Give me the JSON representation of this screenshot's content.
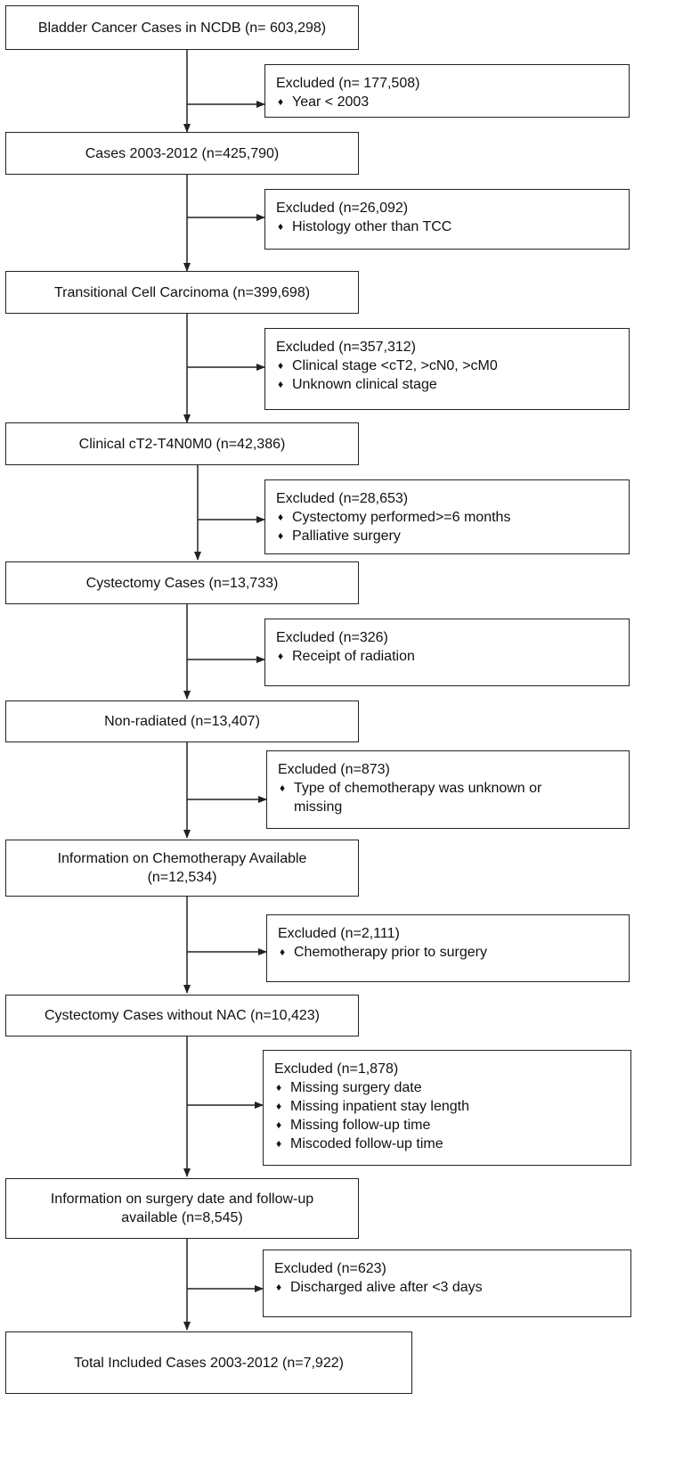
{
  "flowchart": {
    "main_boxes": [
      {
        "text": "Bladder Cancer Cases in NCDB (n= 603,298)"
      },
      {
        "text": "Cases 2003-2012 (n=425,790)"
      },
      {
        "text": "Transitional Cell Carcinoma (n=399,698)"
      },
      {
        "text": "Clinical cT2-T4N0M0 (n=42,386)"
      },
      {
        "text": "Cystectomy Cases (n=13,733)"
      },
      {
        "text": "Non-radiated (n=13,407)"
      },
      {
        "text": "Information on Chemotherapy Available (n=12,534)"
      },
      {
        "text": "Cystectomy Cases without NAC (n=10,423)"
      },
      {
        "text": "Information on surgery date and follow-up available (n=8,545)"
      },
      {
        "text": "Total Included Cases 2003-2012 (n=7,922)"
      }
    ],
    "exclusion_boxes": [
      {
        "title": "Excluded  (n= 177,508)",
        "items": [
          "Year < 2003"
        ]
      },
      {
        "title": "Excluded  (n=26,092)",
        "items": [
          "Histology other than TCC"
        ]
      },
      {
        "title": "Excluded  (n=357,312)",
        "items": [
          "Clinical stage <cT2, >cN0, >cM0",
          "Unknown clinical stage"
        ]
      },
      {
        "title": "Excluded  (n=28,653)",
        "items": [
          "Cystectomy performed>=6 months",
          "Palliative surgery"
        ]
      },
      {
        "title": "Excluded  (n=326)",
        "items": [
          "Receipt of radiation"
        ]
      },
      {
        "title": "Excluded  (n=873)",
        "items": [
          "Type of chemotherapy was unknown or missing"
        ]
      },
      {
        "title": "Excluded  (n=2,111)",
        "items": [
          "Chemotherapy prior to surgery"
        ]
      },
      {
        "title": "Excluded  (n=1,878)",
        "items": [
          "Missing surgery date",
          "Missing inpatient stay length",
          "Missing follow-up time",
          "Miscoded follow-up time"
        ]
      },
      {
        "title": "Excluded  (n=623)",
        "items": [
          "Discharged alive after <3 days"
        ]
      }
    ]
  }
}
